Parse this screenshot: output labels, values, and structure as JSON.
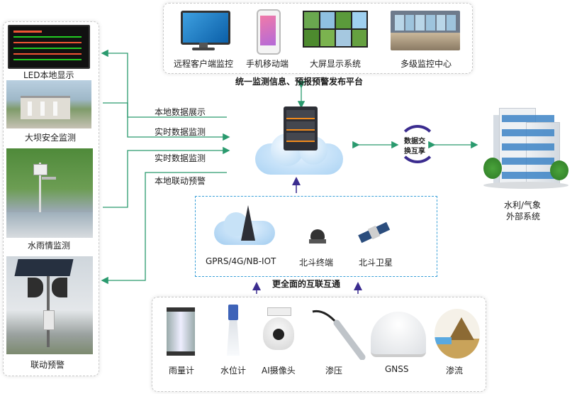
{
  "top_panel": {
    "caption": "统一监测信息、预报预警发布平台",
    "items": [
      {
        "label": "远程客户端监控",
        "icon": "monitor-icon"
      },
      {
        "label": "手机移动端",
        "icon": "phone-icon"
      },
      {
        "label": "大屏显示系统",
        "icon": "video-wall-icon"
      },
      {
        "label": "多级监控中心",
        "icon": "control-room-icon"
      }
    ]
  },
  "left_panel": {
    "items": [
      {
        "label": "LED本地显示",
        "icon": "led-screen-icon"
      },
      {
        "label": "大坝安全监测",
        "icon": "dam-icon"
      },
      {
        "label": "水雨情监测",
        "icon": "rain-station-icon"
      },
      {
        "label": "联动预警",
        "icon": "siren-icon"
      }
    ]
  },
  "flows": [
    {
      "label": "本地数据展示"
    },
    {
      "label": "实时数据监测"
    },
    {
      "label": "实时数据监测"
    },
    {
      "label": "本地联动预警"
    }
  ],
  "exchange": {
    "label_line1": "数据交",
    "label_line2": "换互享"
  },
  "external": {
    "line1": "水利/气象",
    "line2": "外部系统"
  },
  "comm_panel": {
    "caption": "更全面的互联互通",
    "items": [
      {
        "label": "GPRS/4G/NB-IOT",
        "icon": "cell-tower-icon"
      },
      {
        "label": "北斗终端",
        "icon": "beidou-terminal-icon"
      },
      {
        "label": "北斗卫星",
        "icon": "satellite-icon"
      }
    ]
  },
  "sensor_panel": {
    "items": [
      {
        "label": "雨量计",
        "icon": "rain-gauge-icon"
      },
      {
        "label": "水位计",
        "icon": "water-level-icon"
      },
      {
        "label": "AI摄像头",
        "icon": "camera-icon"
      },
      {
        "label": "渗压",
        "icon": "piezometer-icon"
      },
      {
        "label": "GNSS",
        "icon": "gnss-icon"
      },
      {
        "label": "渗流",
        "icon": "seepage-icon"
      }
    ]
  },
  "colors": {
    "arrow": "#2a9a6e",
    "purple_arrow": "#3b2c8f",
    "dash": "#3aa0d8"
  }
}
